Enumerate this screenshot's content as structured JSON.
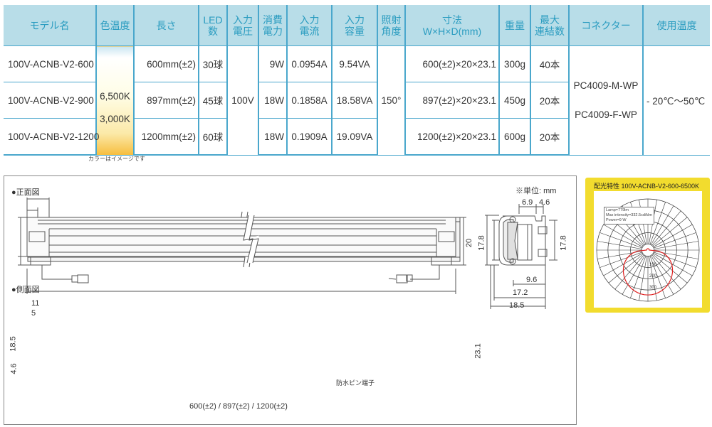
{
  "table": {
    "headers": [
      "モデル名",
      "色温度",
      "長さ",
      "LED\n数",
      "入力\n電圧",
      "消費\n電力",
      "入力\n電流",
      "入力\n容量",
      "照射\n角度",
      "寸法\nW×H×D(mm)",
      "重量",
      "最大\n連結数",
      "コネクター",
      "使用温度"
    ],
    "rows": [
      {
        "model": "100V-ACNB-V2-600",
        "length": "600mm(±2)",
        "led": "30球",
        "power": "9W",
        "current": "0.0954A",
        "va": "9.54VA",
        "dims": "600(±2)×20×23.1",
        "weight": "300g",
        "max": "40本"
      },
      {
        "model": "100V-ACNB-V2-900",
        "length": "897mm(±2)",
        "led": "45球",
        "power": "18W",
        "current": "0.1858A",
        "va": "18.58VA",
        "dims": "897(±2)×20×23.1",
        "weight": "450g",
        "max": "20本"
      },
      {
        "model": "100V-ACNB-V2-1200",
        "length": "1200mm(±2)",
        "led": "60球",
        "power": "18W",
        "current": "0.1909A",
        "va": "19.09VA",
        "dims": "1200(±2)×20×23.1",
        "weight": "600g",
        "max": "20本"
      }
    ],
    "color_temp_high": "6,500K",
    "color_temp_low": "3,000K",
    "voltage": "100V",
    "angle": "150°",
    "connector_m": "PC4009-M-WP",
    "connector_f": "PC4009-F-WP",
    "temp": "- 20℃～50℃",
    "color_note": "カラーはイメージです"
  },
  "drawing": {
    "front_title": "●正面図",
    "side_title": "●側面図",
    "unit": "※単位: mm",
    "dims_section": [
      "6.9",
      "4.6",
      "20",
      "17.8",
      "17.8",
      "9.6",
      "17.2",
      "18.5"
    ],
    "dims_side": [
      "11",
      "5",
      "18.5",
      "4.6",
      "23.1"
    ],
    "terminal_label": "防水ピン端子",
    "length_label": "600(±2) / 897(±2) / 1200(±2)"
  },
  "polar": {
    "title": "配光特性 100V-ACNB-V2-600-6500K",
    "lamp": "Lamp=779lm",
    "max_intensity": "Max intensity=332.5cd/klm",
    "power": "Power=9 W",
    "rings": [
      "100",
      "200",
      "300"
    ],
    "curve_color": "#e02020",
    "frame_color": "#f2dc2e"
  }
}
